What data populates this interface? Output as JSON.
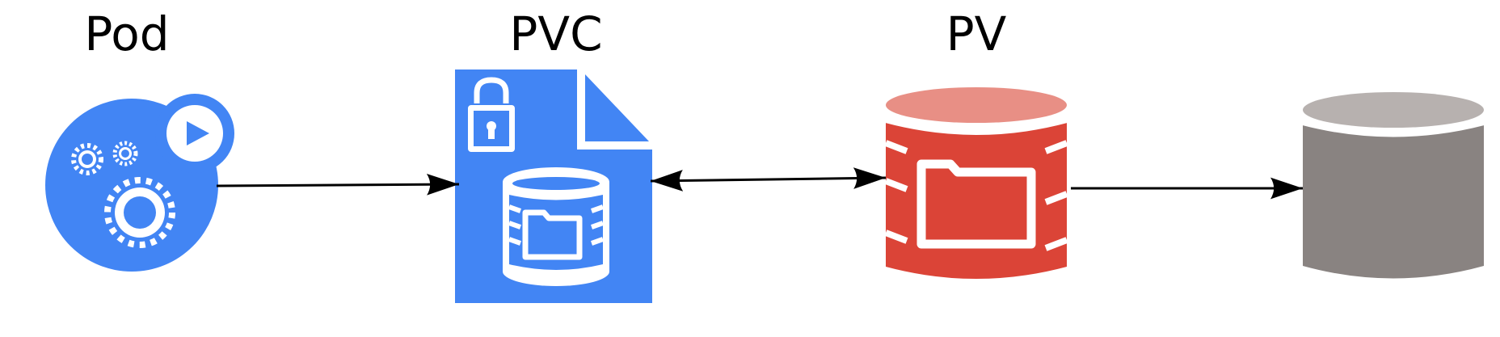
{
  "labels": {
    "pod": "Pod",
    "pvc": "PVC",
    "pv": "PV"
  },
  "icons": {
    "pod": "pod-gears-play-icon",
    "pvc": "lock-document-storage-icon",
    "pv": "storage-folder-cylinder-icon",
    "storage": "gray-cylinder-icon"
  },
  "colors": {
    "pod": "#4285f4",
    "pvc": "#4285f4",
    "pv_body": "#db4437",
    "pv_top": "#e88f85",
    "storage_body": "#898381",
    "storage_top": "#b7b1af",
    "arrow": "#000000",
    "icon_detail": "#ffffff"
  }
}
